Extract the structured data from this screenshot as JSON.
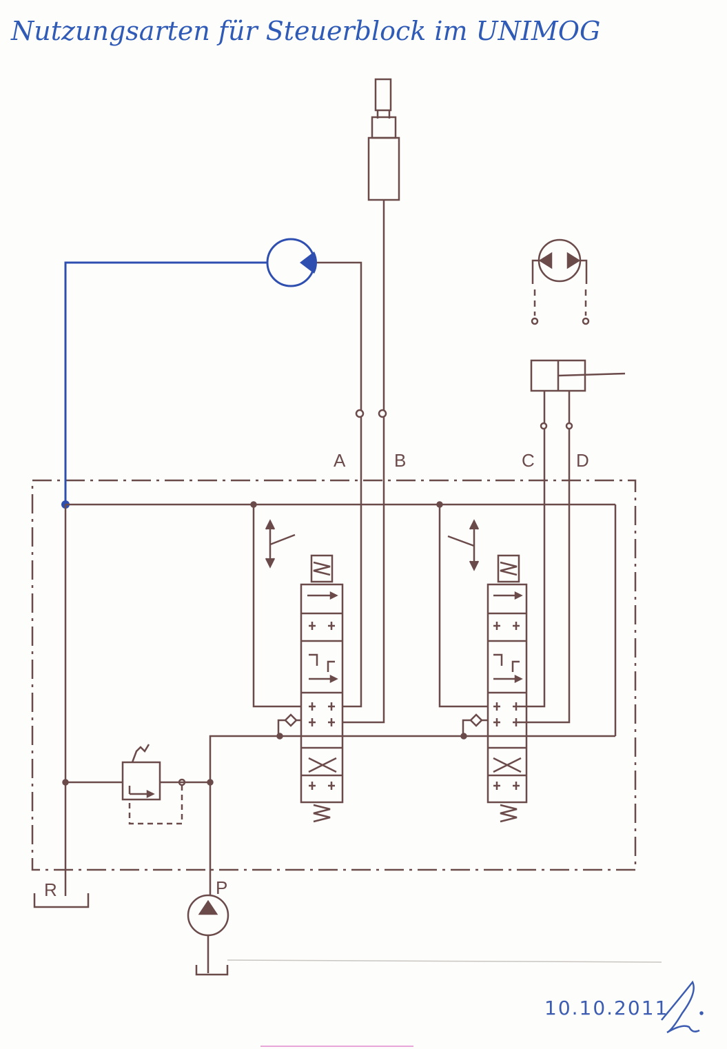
{
  "title": "Nutzungsarten für Steuerblock im UNIMOG",
  "ports": {
    "a": "A",
    "b": "B",
    "c": "C",
    "d": "D",
    "r": "R",
    "p": "P"
  },
  "date": "10.10.2011",
  "colors": {
    "hydraulic": "#6b4a4a",
    "highlight": "#2f4fb0",
    "ink": "#2f5bb7"
  }
}
